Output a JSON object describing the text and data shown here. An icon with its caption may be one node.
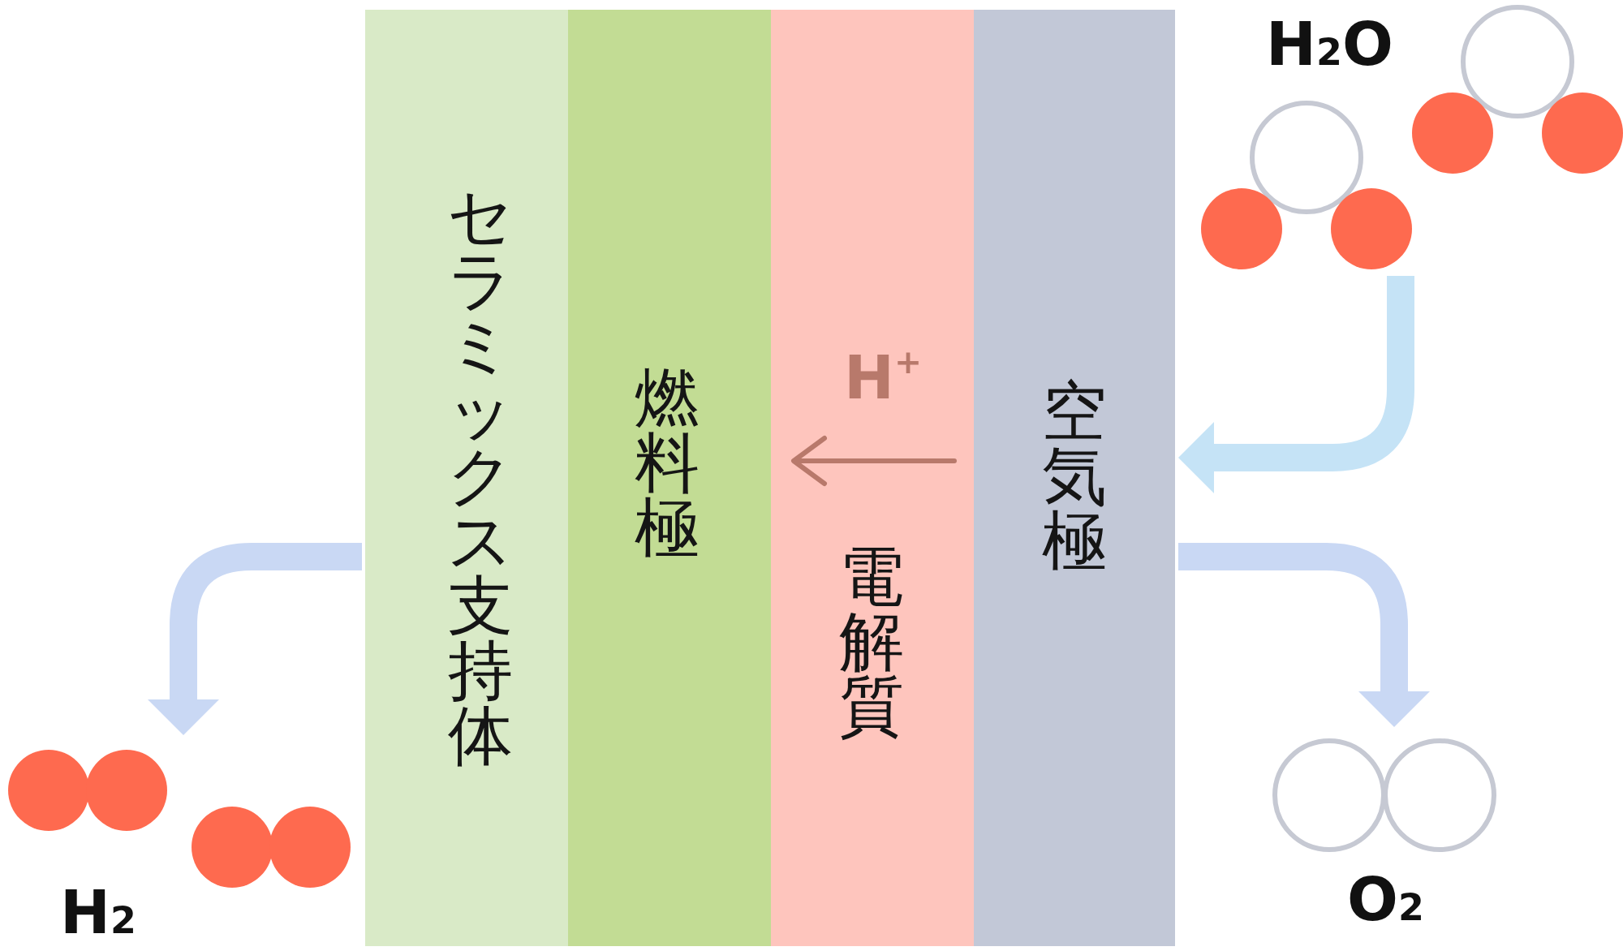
{
  "diagram": {
    "nodes": [
      {
        "text": [
          "セラミックス支持体"
        ]
      },
      {
        "text": [
          "燃料極"
        ]
      },
      {
        "text": [
          "電解質"
        ]
      },
      {
        "text": [
          "空気極"
        ]
      },
      {
        "text": [
          "H$_{2}$O"
        ]
      },
      {
        "text": [
          "H$_{2}$"
        ]
      },
      {
        "text": [
          "O$_{2}$"
        ]
      }
    ],
    "edges": [
      {
        "from": 4,
        "to": 3,
        "arrow": "to",
        "color": "#c5e3f6"
      },
      {
        "from": 3,
        "to": 6,
        "arrow": "to"
      },
      {
        "from": 0,
        "to": 5,
        "arrow": "to"
      }
    ],
    "labels": [
      "H$^{+}$"
    ]
  }
}
